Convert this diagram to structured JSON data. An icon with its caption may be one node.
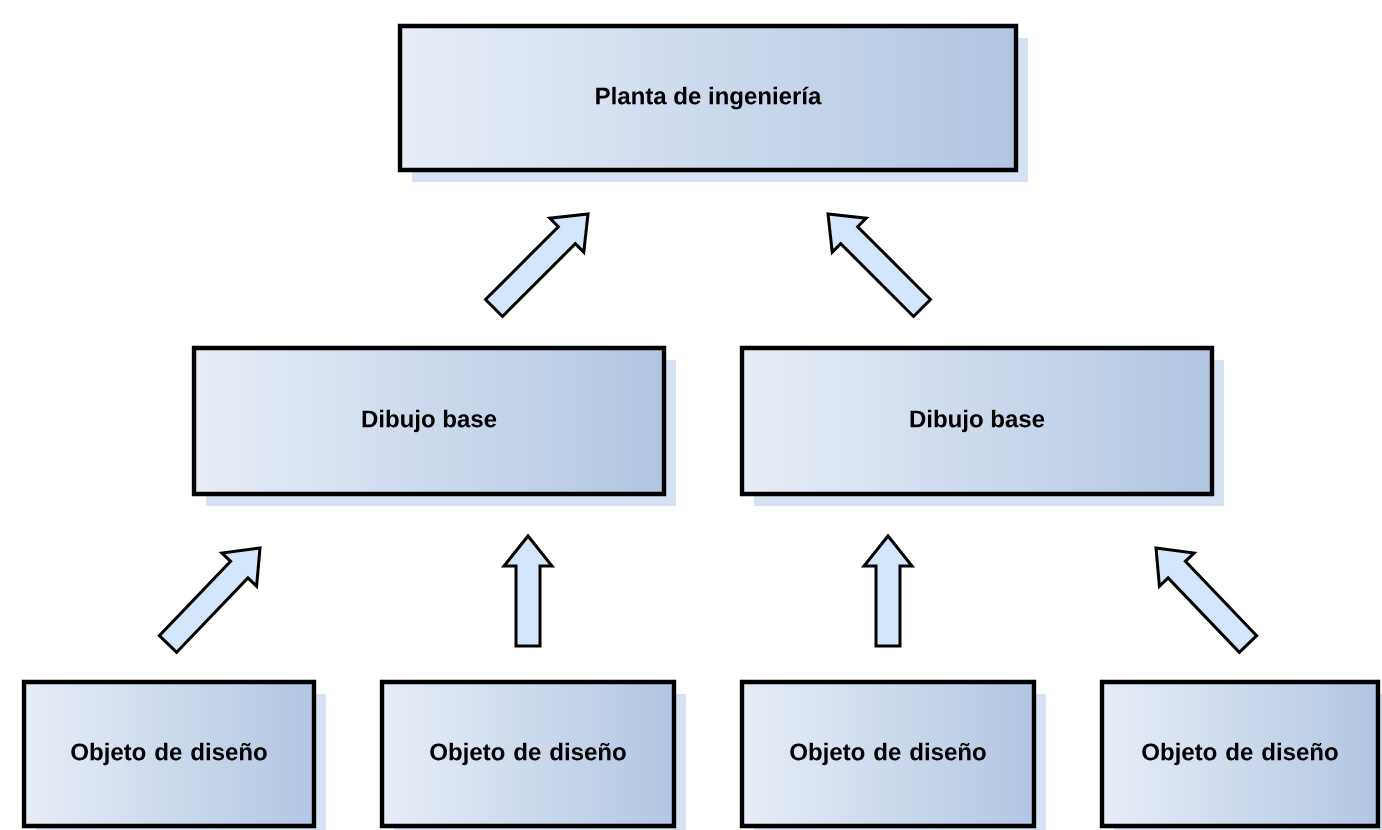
{
  "diagram": {
    "nodes": [
      {
        "text": [
          "Planta de ingeniería"
        ]
      },
      {
        "text": [
          "Dibujo base"
        ]
      },
      {
        "text": [
          "Dibujo base"
        ]
      },
      {
        "text": [
          "Objeto de diseño"
        ]
      },
      {
        "text": [
          "Objeto de diseño"
        ]
      },
      {
        "text": [
          "Objeto de diseño"
        ]
      },
      {
        "text": [
          "Objeto de diseño"
        ]
      }
    ],
    "edges": [
      {
        "from": 1,
        "to": 0,
        "arrow": "to"
      },
      {
        "from": 2,
        "to": 0,
        "arrow": "to"
      },
      {
        "from": 3,
        "to": 1,
        "arrow": "to"
      },
      {
        "from": 4,
        "to": 1,
        "arrow": "to"
      },
      {
        "from": 5,
        "to": 2,
        "arrow": "to"
      },
      {
        "from": 6,
        "to": 2,
        "arrow": "to"
      }
    ]
  }
}
